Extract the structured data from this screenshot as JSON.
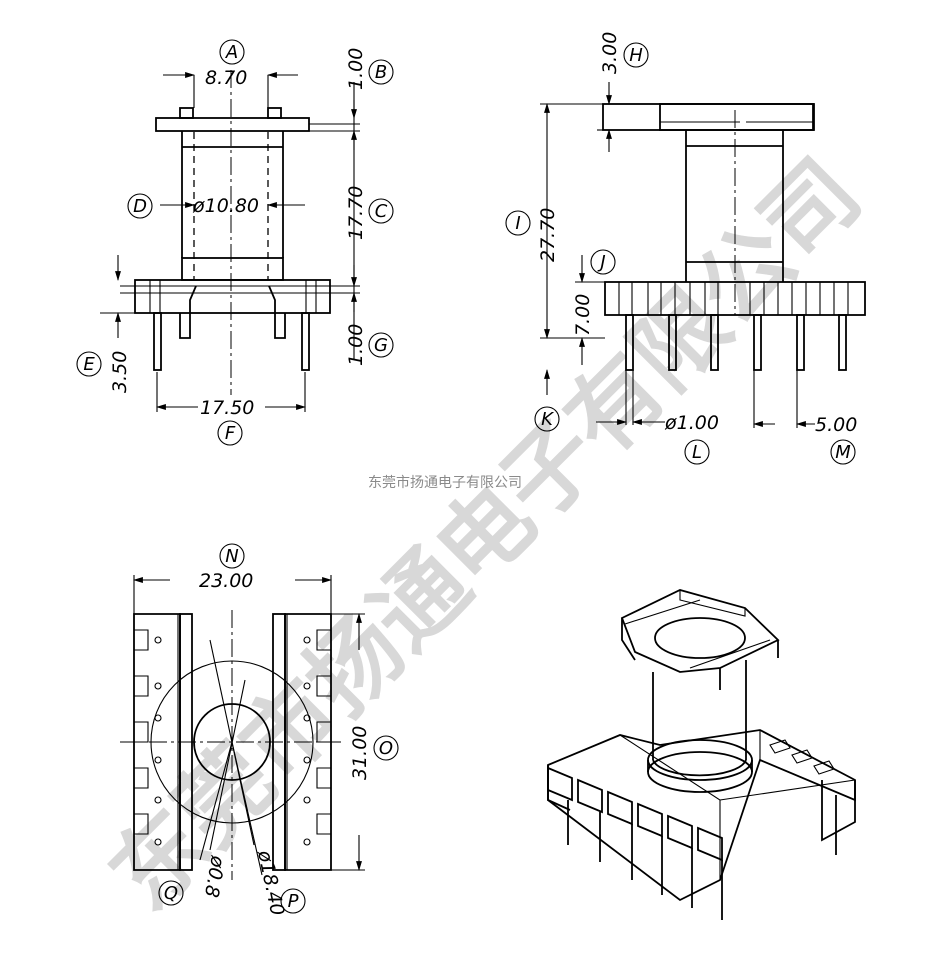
{
  "caption": "东莞市扬通电子有限公司",
  "watermark": "东莞市扬通电子有限公司",
  "dims": {
    "a": "8.70",
    "b": "1.00",
    "c": "17.70",
    "d": "ø10.80",
    "e": "3.50",
    "f": "17.50",
    "g": "1.00",
    "h": "3.00",
    "i": "27.70",
    "j": "7.00",
    "l": "ø1.00",
    "m": "5.00",
    "n": "23.00",
    "o": "31.00",
    "p": "ø18.40",
    "q": "ø0.8"
  },
  "markers": {
    "a": "A",
    "b": "B",
    "c": "C",
    "d": "D",
    "e": "E",
    "f": "F",
    "g": "G",
    "h": "H",
    "i": "I",
    "j": "J",
    "k": "K",
    "l": "L",
    "m": "M",
    "n": "N",
    "o": "O",
    "p": "P",
    "q": "Q"
  }
}
